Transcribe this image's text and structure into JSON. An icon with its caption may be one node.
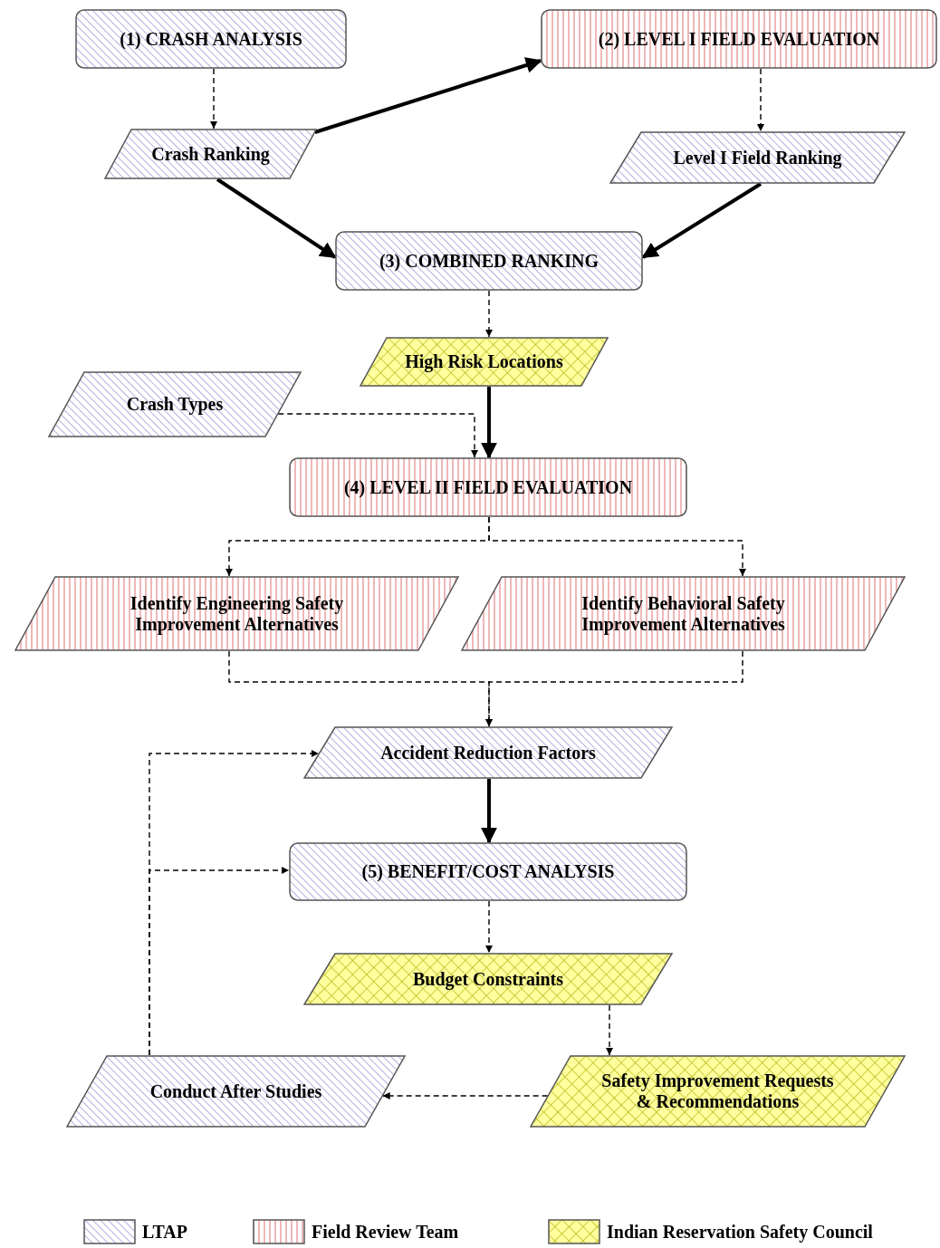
{
  "diagram": {
    "nodes": [
      {
        "text": [
          "(1) CRASH ANALYSIS"
        ]
      },
      {
        "text": [
          "(2) LEVEL I FIELD EVALUATION"
        ]
      },
      {
        "text": [
          "Crash Ranking"
        ]
      },
      {
        "text": [
          "Level I Field Ranking"
        ]
      },
      {
        "text": [
          "(3) COMBINED RANKING"
        ]
      },
      {
        "text": [
          "High Risk Locations"
        ]
      },
      {
        "text": [
          "Crash Types"
        ]
      },
      {
        "text": [
          "(4) LEVEL II FIELD EVALUATION"
        ]
      },
      {
        "text": [
          "Identify Engineering Safety Improvement Alternatives"
        ]
      },
      {
        "text": [
          "Identify Behavioral Safety Improvement Alternatives"
        ]
      },
      {
        "text": [
          "Accident Reduction Factors"
        ]
      },
      {
        "text": [
          "(5) BENEFIT/COST ANALYSIS"
        ]
      },
      {
        "text": [
          "Budget Constraints"
        ]
      },
      {
        "text": [
          "Safety Improvement Requests & Recommendations"
        ]
      },
      {
        "text": [
          "Conduct After Studies"
        ]
      }
    ],
    "edges": [
      {
        "from": 0,
        "to": 2,
        "arrow": "to",
        "style": "dashed"
      },
      {
        "from": 2,
        "to": 1,
        "arrow": "to",
        "style": "thick"
      },
      {
        "from": 1,
        "to": 3,
        "arrow": "to",
        "style": "dashed"
      },
      {
        "from": 2,
        "to": 4,
        "arrow": "to",
        "style": "thick"
      },
      {
        "from": 3,
        "to": 4,
        "arrow": "to",
        "style": "thick"
      },
      {
        "from": 4,
        "to": 5,
        "arrow": "to",
        "style": "dashed"
      },
      {
        "from": 5,
        "to": 7,
        "arrow": "to",
        "style": "thick"
      },
      {
        "from": 6,
        "to": 7,
        "arrow": "to",
        "style": "dashed"
      },
      {
        "from": 7,
        "to": 8,
        "arrow": "to",
        "style": "dashed"
      },
      {
        "from": 7,
        "to": 9,
        "arrow": "to",
        "style": "dashed"
      },
      {
        "from": 8,
        "to": 10,
        "arrow": "to",
        "style": "dashed"
      },
      {
        "from": 9,
        "to": 10,
        "arrow": "to",
        "style": "dashed"
      },
      {
        "from": 10,
        "to": 11,
        "arrow": "to",
        "style": "thick"
      },
      {
        "from": 11,
        "to": 12,
        "arrow": "to",
        "style": "dashed"
      },
      {
        "from": 12,
        "to": 13,
        "arrow": "to",
        "style": "dashed"
      },
      {
        "from": 13,
        "to": 14,
        "arrow": "to",
        "style": "dashed"
      },
      {
        "from": 14,
        "to": 10,
        "arrow": "to",
        "style": "dashed"
      },
      {
        "from": 14,
        "to": 11,
        "arrow": "to",
        "style": "dashed"
      }
    ],
    "legend": [
      {
        "text": "LTAP"
      },
      {
        "text": "Field Review Team"
      },
      {
        "text": "Indian Reservation Safety Council"
      }
    ]
  }
}
